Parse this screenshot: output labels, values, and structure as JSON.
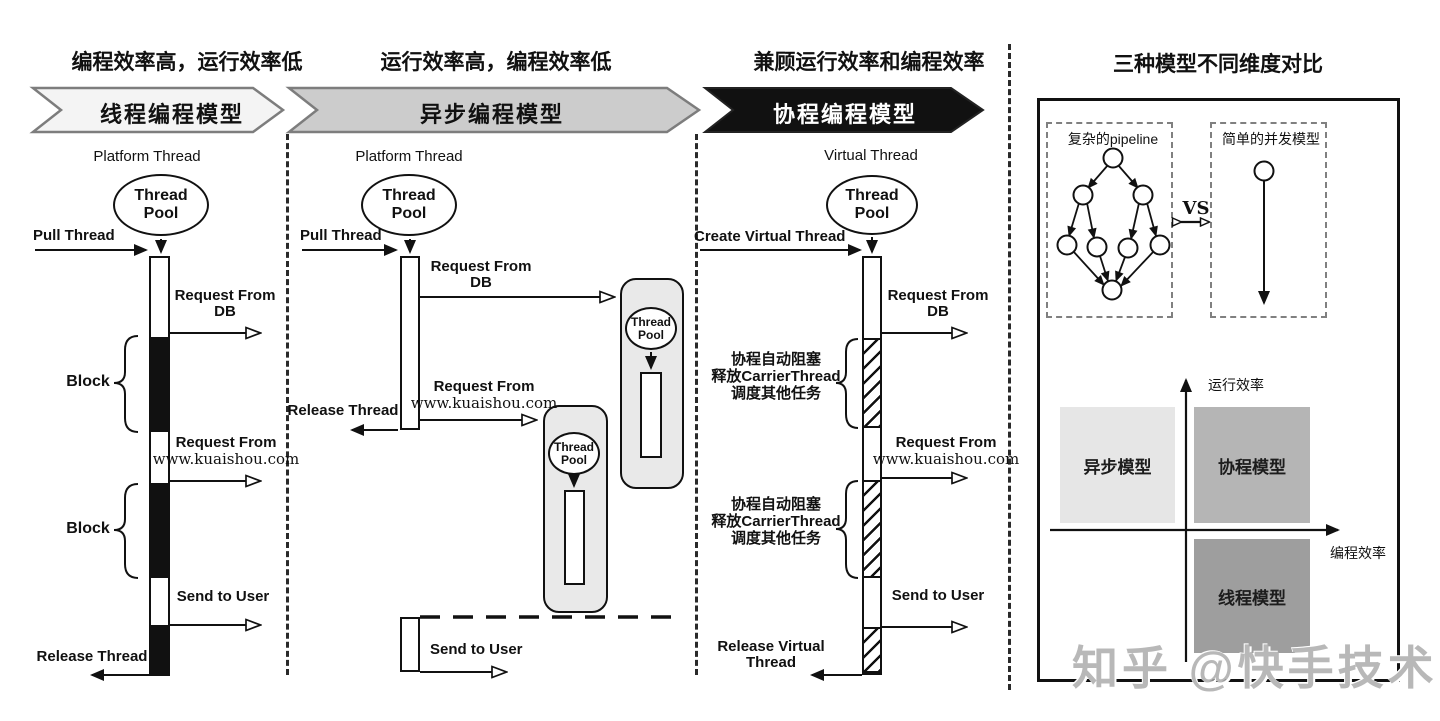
{
  "titles": {
    "thread": "编程效率高，运行效率低",
    "async": "运行效率高，编程效率低",
    "coroutine": "兼顾运行效率和编程效率",
    "comparison": "三种模型不同维度对比"
  },
  "banners": {
    "thread": "线程编程模型",
    "async": "异步编程模型",
    "coroutine": "协程编程模型"
  },
  "thread_col": {
    "lifeline_title": "Platform Thread",
    "pool": "Thread Pool",
    "pull": "Pull Thread",
    "req_db": [
      "Request From",
      "DB"
    ],
    "block1": "Block",
    "req_ks": [
      "Request From",
      "www.kuaishou.com"
    ],
    "block2": "Block",
    "send": "Send to User",
    "release": "Release Thread"
  },
  "async_col": {
    "lifeline_title": "Platform Thread",
    "pool": "Thread Pool",
    "pull": "Pull Thread",
    "req_db": [
      "Request From",
      "DB"
    ],
    "req_ks": [
      "Request From",
      "www.kuaishou.com"
    ],
    "release": "Release Thread",
    "send": "Send to User",
    "worker_pool": [
      "Thread",
      "Pool"
    ]
  },
  "coroutine_col": {
    "lifeline_title": "Virtual Thread",
    "pool": "Thread Pool",
    "create": "Create Virtual Thread",
    "req_db": [
      "Request From",
      "DB"
    ],
    "block_note": [
      "协程自动阻塞",
      "释放CarrierThread",
      "调度其他任务"
    ],
    "req_ks": [
      "Request From",
      "www.kuaishou.com"
    ],
    "send": "Send to User",
    "release": [
      "Release Virtual",
      "Thread"
    ]
  },
  "comparison": {
    "pipeline_label": "复杂的pipeline",
    "simple_label": "简单的并发模型",
    "vs": "VS",
    "y_axis": "运行效率",
    "x_axis": "编程效率",
    "quad_async": "异步模型",
    "quad_coroutine": "协程模型",
    "quad_thread": "线程模型"
  },
  "watermark": "知乎 @快手技术",
  "colors": {
    "banner_thread": "#f4f4f4",
    "banner_async": "#cccccc",
    "banner_coroutine": "#111111",
    "quad_async": "#e6e6e6",
    "quad_coroutine": "#b5b5b5",
    "quad_thread": "#9e9e9e"
  }
}
